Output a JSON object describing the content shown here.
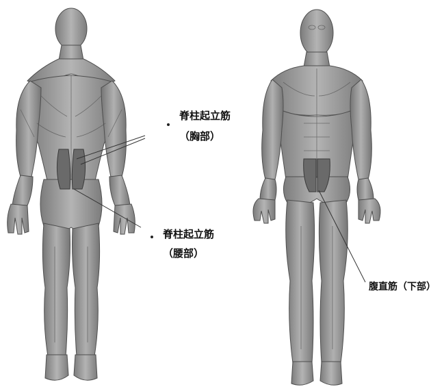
{
  "labels": {
    "thoracic_name": "脊柱起立筋",
    "thoracic_part": "（胸部）",
    "lumbar_name": "脊柱起立筋",
    "lumbar_part": "（腰部）",
    "rectus": "腹直筋（下部）"
  },
  "colors": {
    "muscle_fill": "#9a9a9a",
    "muscle_dark": "#6e6e6e",
    "highlight": "#5a5a5a",
    "leader": "#333333"
  }
}
